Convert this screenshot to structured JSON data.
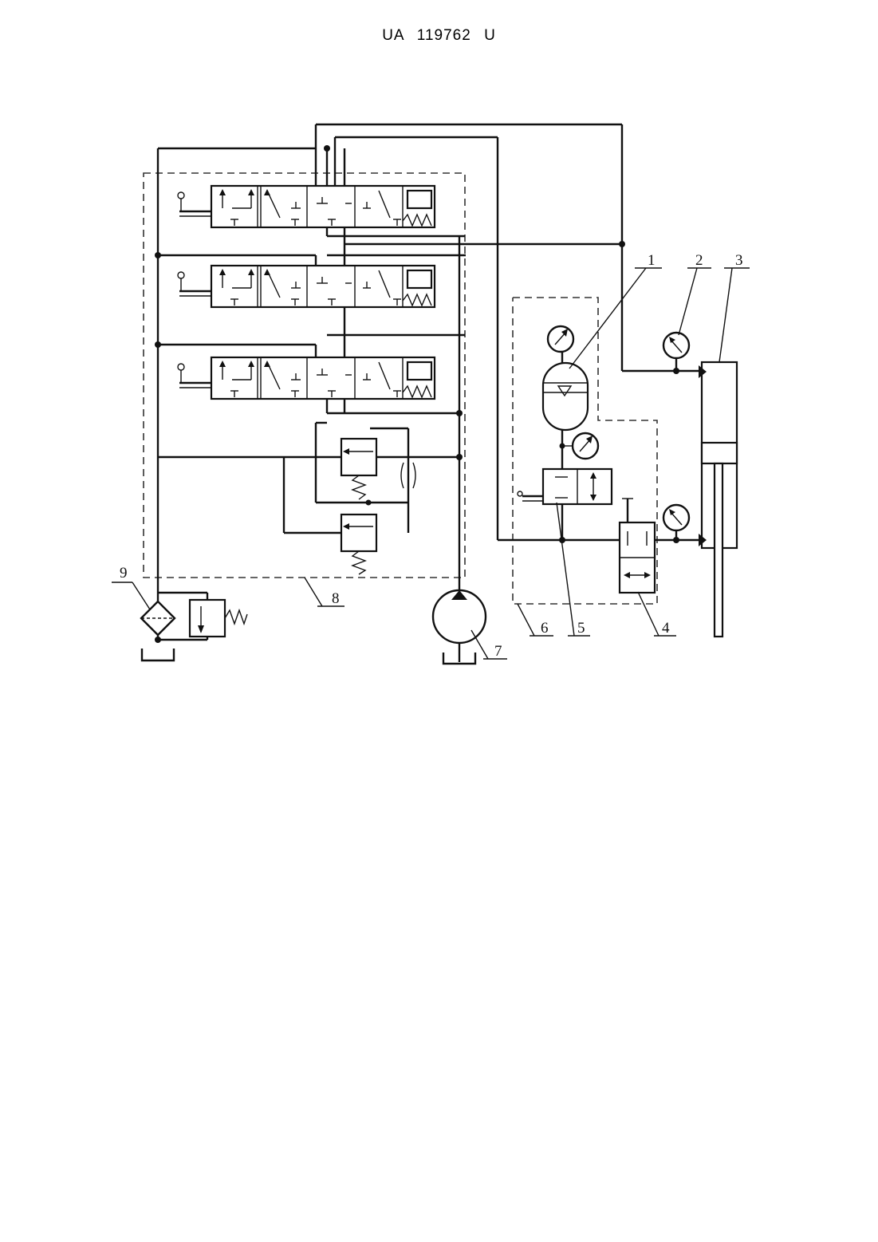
{
  "header": {
    "doc_id": "UA 119762 U"
  },
  "figure": {
    "labels": [
      "1",
      "2",
      "3",
      "4",
      "5",
      "6",
      "7",
      "8",
      "9"
    ]
  }
}
